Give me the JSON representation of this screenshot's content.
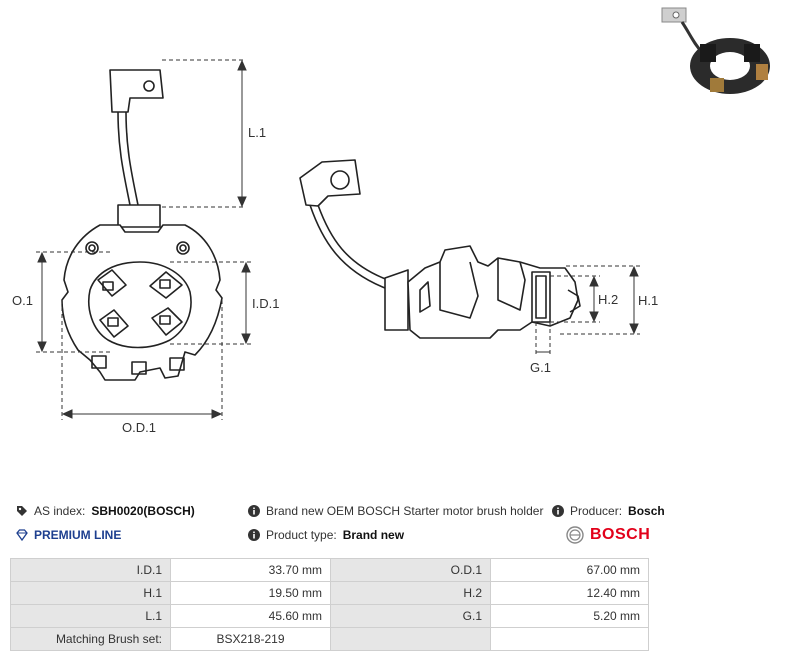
{
  "dimensions": {
    "l1": "L.1",
    "o1": "O.1",
    "id1": "I.D.1",
    "od1": "O.D.1",
    "h2": "H.2",
    "h1": "H.1",
    "g1": "G.1"
  },
  "info": {
    "as_index_label": "AS index:",
    "as_index_value": "SBH0020(BOSCH)",
    "description": "Brand new OEM BOSCH Starter motor brush holder",
    "producer_label": "Producer:",
    "producer_value": "Bosch",
    "premium_line": "PREMIUM LINE",
    "product_type_label": "Product type:",
    "product_type_value": "Brand new",
    "brand_logo_text": "BOSCH"
  },
  "specs": {
    "rows": [
      {
        "k1": "I.D.1",
        "v1": "33.70 mm",
        "k2": "O.D.1",
        "v2": "67.00 mm"
      },
      {
        "k1": "H.1",
        "v1": "19.50 mm",
        "k2": "H.2",
        "v2": "12.40 mm"
      },
      {
        "k1": "L.1",
        "v1": "45.60 mm",
        "k2": "G.1",
        "v2": "5.20 mm"
      }
    ],
    "brush_set_label": "Matching Brush set:",
    "brush_set_value": "BSX218-219"
  },
  "colors": {
    "premium_blue": "#1d3f8f",
    "bosch_red": "#e2001a",
    "table_key_bg": "#e6e6e6"
  }
}
